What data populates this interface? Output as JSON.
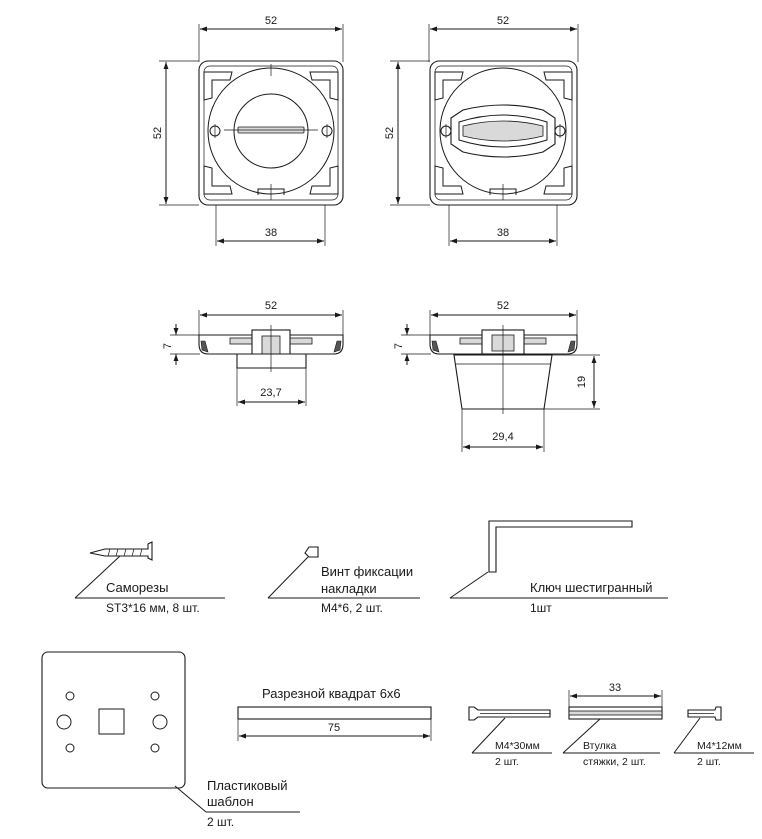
{
  "dimensions": {
    "top_left_width": "52",
    "top_left_height": "52",
    "top_left_inner": "38",
    "top_right_width": "52",
    "top_right_height": "52",
    "top_right_inner": "38",
    "side_left_width": "52",
    "side_left_height": "7",
    "side_left_bottom": "23,7",
    "side_right_width": "52",
    "side_right_height": "7",
    "side_right_depth": "19",
    "side_right_bottom": "29,4"
  },
  "parts": {
    "screws": {
      "name": "Саморезы",
      "spec": "ST3*16 мм, 8 шт."
    },
    "fix_screw": {
      "name_line1": "Винт фиксации",
      "name_line2": "накладки",
      "spec": "М4*6, 2 шт."
    },
    "hex_key": {
      "name": "Ключ шестигранный",
      "spec": "1шт"
    },
    "template": {
      "name_line1": "Пластиковый",
      "name_line2": "шаблон",
      "spec": "2 шт."
    },
    "square_rod": {
      "name": "Разрезной квадрат 6х6",
      "length": "75"
    },
    "bolt_m4x30": {
      "name": "М4*30мм",
      "spec": "2 шт."
    },
    "sleeve": {
      "name": "Втулка",
      "spec": "стяжки, 2 шт.",
      "length": "33"
    },
    "bolt_m4x12": {
      "name": "М4*12мм",
      "spec": "2 шт."
    }
  }
}
